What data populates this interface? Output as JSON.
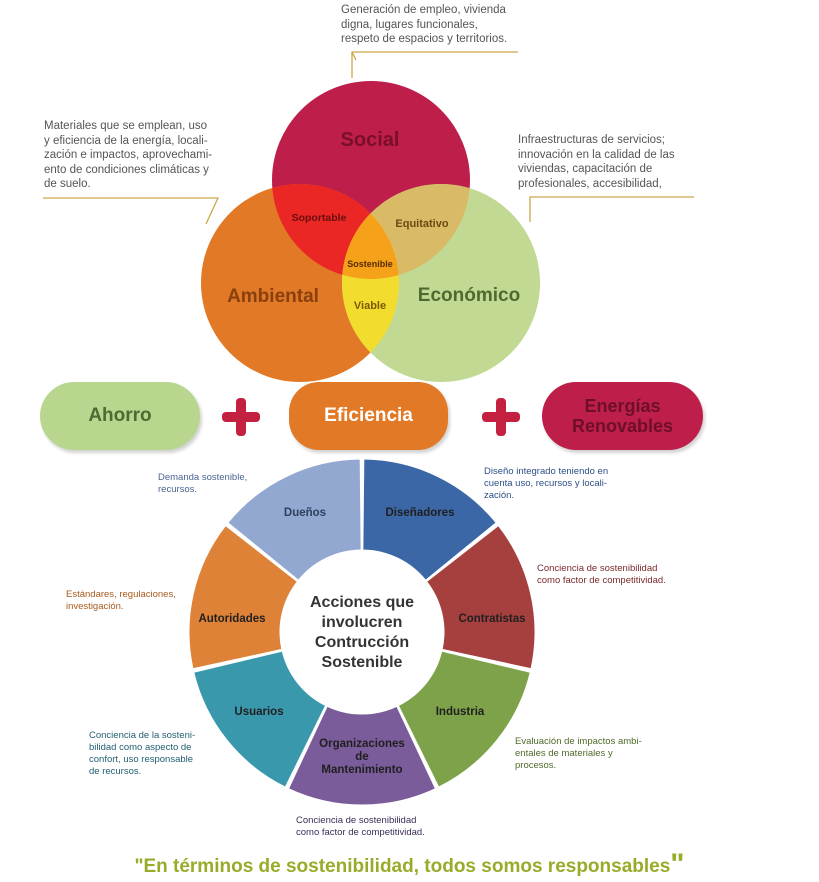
{
  "venn": {
    "circles": {
      "social": {
        "label": "Social",
        "color": "#be1e4a"
      },
      "ambiental": {
        "label": "Ambiental",
        "color": "#e17926"
      },
      "economico": {
        "label": "Económico",
        "color": "#c1d992"
      }
    },
    "overlaps": {
      "soportable": "Soportable",
      "equitativo": "Equitativo",
      "viable": "Viable",
      "sostenible": "Sostenible"
    },
    "notes": {
      "social": "Generación de empleo,  vivienda\ndigna, lugares funcionales,\nrespeto de espacios y territorios.",
      "ambiental": "Materiales que se emplean, uso\ny eficiencia de la energía, locali-\nzación e impactos, aprovechami-\nento de condiciones climáticas y\nde suelo.",
      "economico": "Infraestructuras de servicios;\ninnovación en la calidad de las\nviviendas, capacitación de\nprofesionales, accesibilidad,"
    }
  },
  "pills": {
    "ahorro": {
      "label": "Ahorro",
      "color": "#b9d68e",
      "text_color": "#4d6a33"
    },
    "eficiencia": {
      "label": "Eficiencia",
      "color": "#e17926",
      "text_color": "#ffffff"
    },
    "energias": {
      "label": "Energías\nRenovables",
      "color": "#be1e4a",
      "text_color": "#6e0f28"
    }
  },
  "ring": {
    "center": "Acciones que\ninvolucren\nContrucción\nSostenible",
    "segments": [
      {
        "key": "dise",
        "label": "Diseñadores",
        "color": "#3b67a6",
        "note": "Diseño integrado teniendo en\ncuenta uso, recursos y locali-\nzación.",
        "note_color": "#2c4f86"
      },
      {
        "key": "cont",
        "label": "Contratistas",
        "color": "#a5403f",
        "note": "Conciencia de sostenibilidad\ncomo factor de competitividad.",
        "note_color": "#7a2a2a"
      },
      {
        "key": "indu",
        "label": "Industria",
        "color": "#7ea24a",
        "note": "Evaluación de impactos ambi-\nentales de materiales y\nprocesos.",
        "note_color": "#4f6a2a"
      },
      {
        "key": "orga",
        "label": "Organizaciones\nde\nMantenimiento",
        "color": "#7a5c9a",
        "note": "Conciencia de sostenibilidad\ncomo factor de competitividad.",
        "note_color": "#3b2d55"
      },
      {
        "key": "usua",
        "label": "Usuarios",
        "color": "#3a98ad",
        "note": "Conciencia de la sosteni-\nbilidad como aspecto de\nconfort, uso responsable\nde recursos.",
        "note_color": "#1f5f70"
      },
      {
        "key": "auto",
        "label": "Autoridades",
        "color": "#dd8236",
        "note": "Estándares, regulaciones,\ninvestigación.",
        "note_color": "#a85a1c"
      },
      {
        "key": "duen",
        "label": "Dueños",
        "color": "#92a8d0",
        "note": "Demanda sostenible,\nrecursos.",
        "note_color": "#4d6392"
      }
    ]
  },
  "quote": {
    "text": "\"En términos de sostenibilidad, todos somos responsables",
    "close": "\""
  }
}
